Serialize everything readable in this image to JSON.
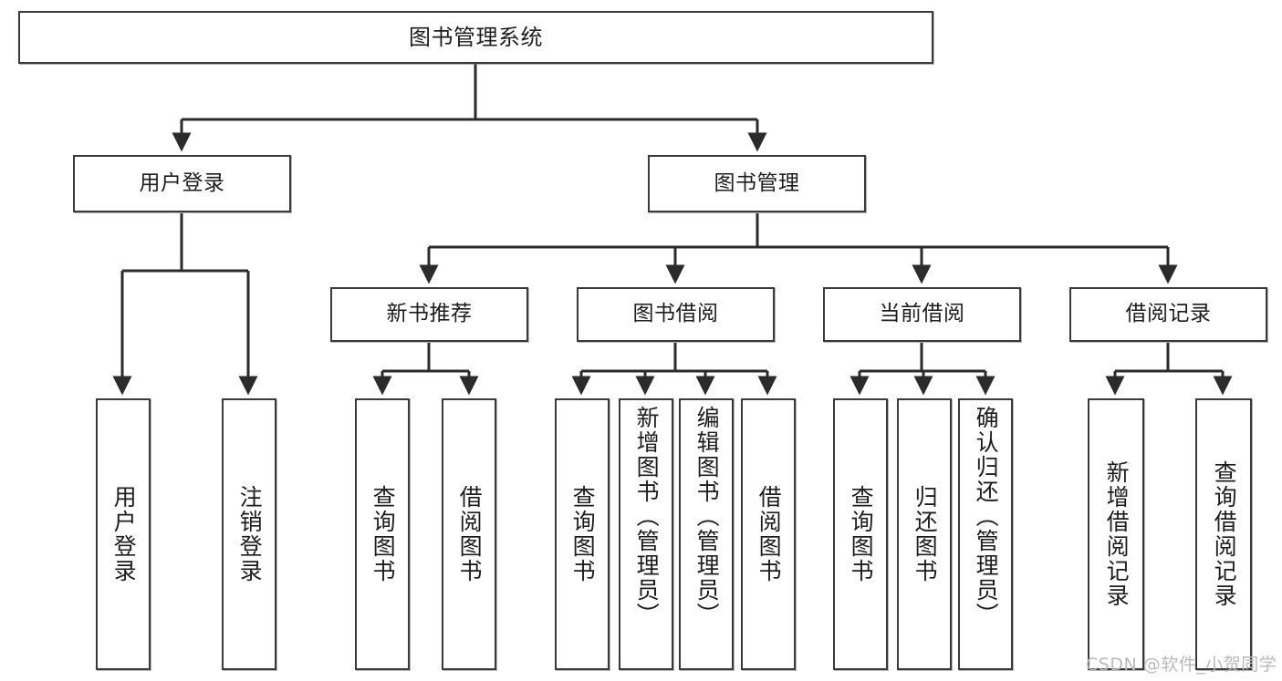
{
  "diagram": {
    "title": "图书管理系统",
    "type": "tree-hierarchy-diagram",
    "colors": {
      "node_border": "#3a3a3a",
      "node_fill": "#ffffff",
      "edge": "#2b2b2b",
      "text": "#1d1d1d",
      "watermark": "#b9b9b9",
      "background": "#ffffff"
    },
    "root": {
      "label": "图书管理系统"
    },
    "level2": [
      {
        "label": "用户登录"
      },
      {
        "label": "图书管理"
      }
    ],
    "level3": [
      {
        "label": "新书推荐"
      },
      {
        "label": "图书借阅"
      },
      {
        "label": "当前借阅"
      },
      {
        "label": "借阅记录"
      }
    ],
    "leaves": {
      "user_login": [
        {
          "label": "用户登录"
        },
        {
          "label": "注销登录"
        }
      ],
      "new_book_recommend": [
        {
          "label": "查询图书"
        },
        {
          "label": "借阅图书"
        }
      ],
      "book_borrow": [
        {
          "label": "查询图书"
        },
        {
          "label": "新增图书（管理员）"
        },
        {
          "label": "编辑图书（管理员）"
        },
        {
          "label": "借阅图书"
        }
      ],
      "current_borrow": [
        {
          "label": "查询图书"
        },
        {
          "label": "归还图书"
        },
        {
          "label": "确认归还（管理员）"
        }
      ],
      "borrow_record": [
        {
          "label": "新增借阅记录"
        },
        {
          "label": "查询借阅记录"
        }
      ]
    }
  },
  "watermark": {
    "text": "CSDN @软件_小贺同学"
  }
}
